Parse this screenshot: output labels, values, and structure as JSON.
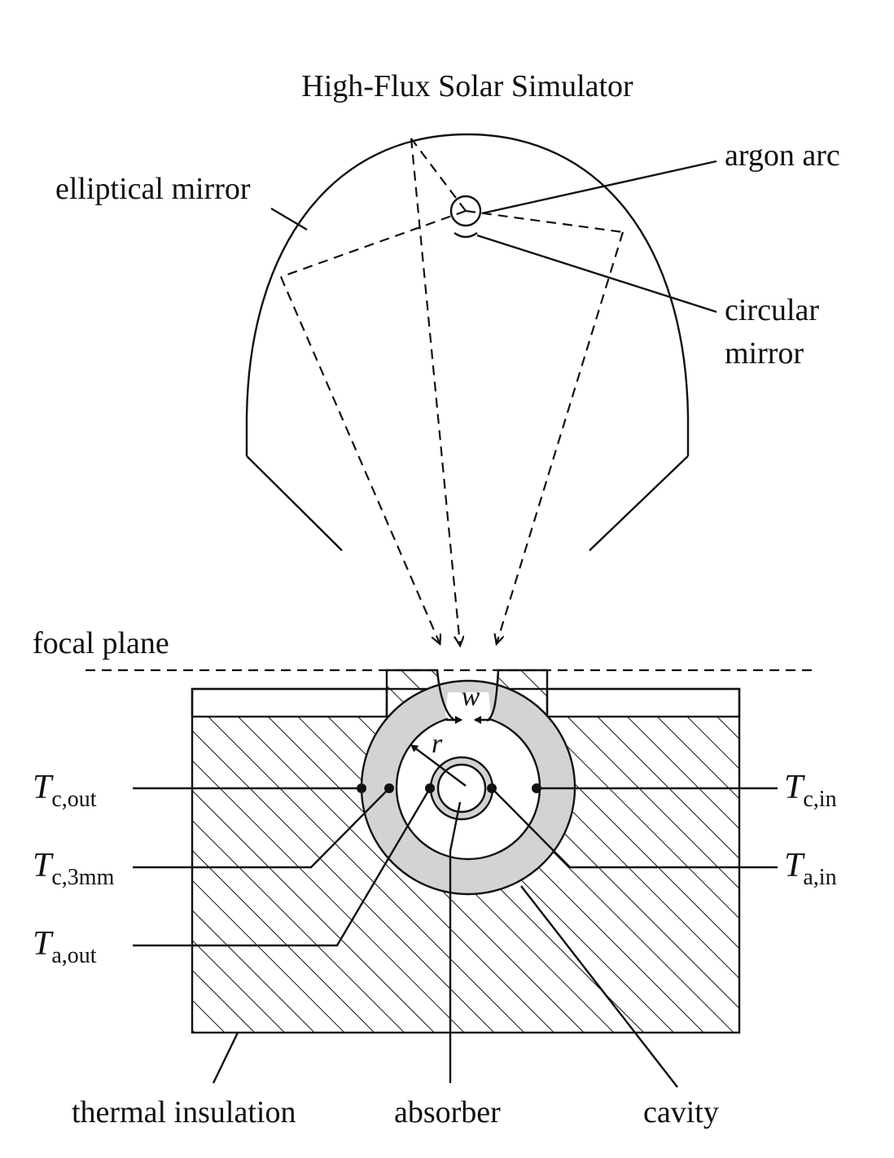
{
  "title": "High-Flux Solar Simulator",
  "labels": {
    "argon_arc": "argon arc",
    "elliptical_mirror": "elliptical mirror",
    "circular_mirror_line1": "circular",
    "circular_mirror_line2": "mirror",
    "focal_plane": "focal plane",
    "width_symbol": "w",
    "radius_symbol": "r",
    "thermal_insulation": "thermal insulation",
    "absorber": "absorber",
    "cavity": "cavity"
  },
  "temperatures": {
    "tc_out": {
      "symbol": "T",
      "sub": "c,out"
    },
    "tc_3mm": {
      "symbol": "T",
      "sub": "c,3mm"
    },
    "ta_out": {
      "symbol": "T",
      "sub": "a,out"
    },
    "tc_in": {
      "symbol": "T",
      "sub": "c,in"
    },
    "ta_in": {
      "symbol": "T",
      "sub": "a,in"
    }
  },
  "colors": {
    "line": "#111111",
    "cavity_fill": "#d3d3d3",
    "background": "#ffffff"
  }
}
